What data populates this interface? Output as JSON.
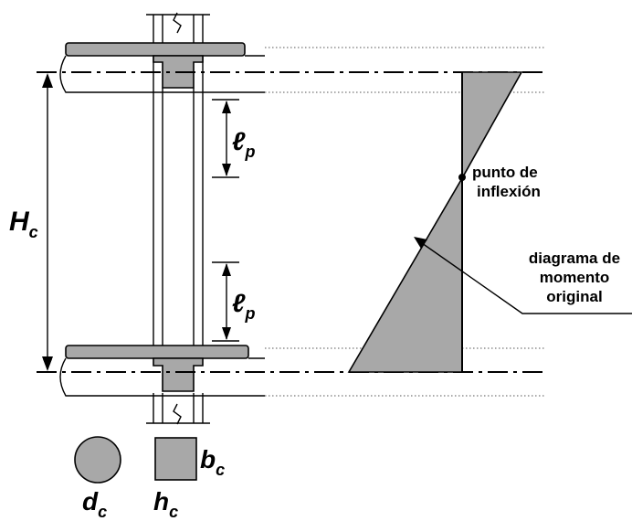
{
  "labels": {
    "column_height": "H",
    "column_height_sub": "c",
    "plastic_length_top": "ℓ",
    "plastic_length_top_sub": "p",
    "plastic_length_bottom": "ℓ",
    "plastic_length_bottom_sub": "p",
    "inflection_point": [
      "punto de",
      "inflexión"
    ],
    "moment_diagram": [
      "diagrama de",
      "momento",
      "original"
    ],
    "circle_diameter": "d",
    "circle_diameter_sub": "c",
    "rect_width": "b",
    "rect_width_sub": "c",
    "rect_height": "h",
    "rect_height_sub": "c"
  },
  "colors": {
    "fill_grey": "#a8a8a8",
    "line": "#000000"
  }
}
